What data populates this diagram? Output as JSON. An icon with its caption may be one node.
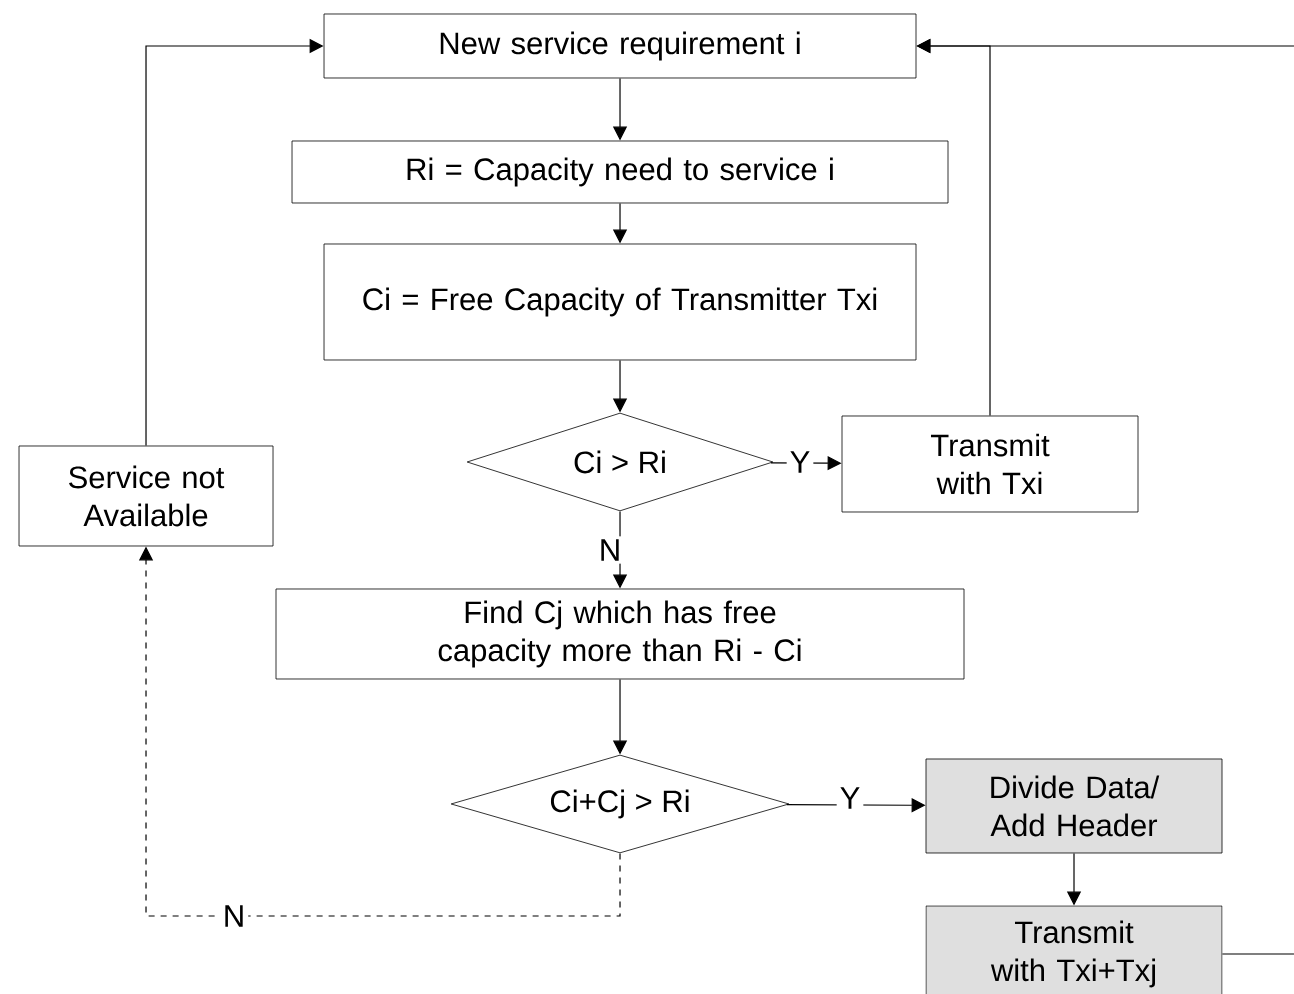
{
  "diagram": {
    "nodes": [
      {
        "text": [
          "New service requirement i"
        ]
      },
      {
        "text": [
          "Ri = Capacity need to service i"
        ]
      },
      {
        "text": [
          "Ci = Free Capacity of Transmitter Txi"
        ]
      },
      {
        "text": [
          "Ci > Ri"
        ]
      },
      {
        "text": [
          "Transmit with Txi"
        ]
      },
      {
        "text": [
          "Service not Available"
        ]
      },
      {
        "text": [
          "Find Cj which has free capacity more than Ri - Ci"
        ]
      },
      {
        "text": [
          "Ci+Cj > Ri"
        ]
      },
      {
        "text": [
          "Divide Data/ Add Header"
        ]
      },
      {
        "text": [
          "Transmit with Txi+Txj"
        ]
      }
    ],
    "edges": [
      {
        "from": 0,
        "to": 1,
        "arrow": "to"
      },
      {
        "from": 1,
        "to": 2,
        "arrow": "to"
      },
      {
        "from": 2,
        "to": 3,
        "arrow": "to"
      },
      {
        "from": 3,
        "to": 4,
        "arrow": "to",
        "label": "Y"
      },
      {
        "from": 4,
        "to": 0,
        "arrow": "to"
      },
      {
        "from": 5,
        "to": 0,
        "arrow": "to"
      },
      {
        "from": 3,
        "to": 6,
        "arrow": "to",
        "label": "N"
      },
      {
        "from": 6,
        "to": 7,
        "arrow": "to"
      },
      {
        "from": 7,
        "to": 8,
        "arrow": "to",
        "label": "Y"
      },
      {
        "from": 7,
        "to": 5,
        "arrow": "to",
        "label": "N",
        "style": "dashed"
      },
      {
        "from": 8,
        "to": 9,
        "arrow": "to"
      },
      {
        "from": 9,
        "to": 0,
        "arrow": "to"
      }
    ]
  }
}
